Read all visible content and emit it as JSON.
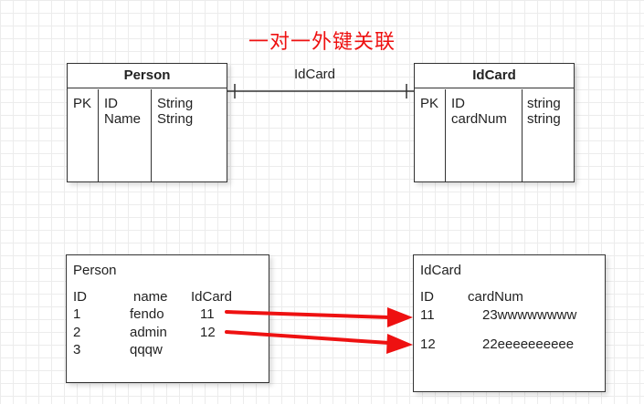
{
  "title": "一对一外键关联",
  "relation_label": "IdCard",
  "entities": {
    "person": {
      "name": "Person",
      "key": "PK",
      "fields": "ID\nName",
      "types": "String\nString"
    },
    "idcard": {
      "name": "IdCard",
      "key": "PK",
      "fields": "ID\ncardNum",
      "types": "string\nstring"
    }
  },
  "tables": {
    "person": {
      "name": "Person",
      "headers": [
        "ID",
        "name",
        "IdCard"
      ],
      "rows": [
        [
          "1",
          "fendo",
          "11"
        ],
        [
          "2",
          "admin",
          "12"
        ],
        [
          "3",
          "qqqw",
          ""
        ]
      ]
    },
    "idcard": {
      "name": "IdCard",
      "headers": [
        "ID",
        "cardNum"
      ],
      "rows": [
        [
          "11",
          "23wwwwwwww"
        ],
        [
          "12",
          "22eeeeeeeeee"
        ]
      ]
    }
  },
  "colors": {
    "arrow": "#ee1111",
    "line": "#333333"
  }
}
